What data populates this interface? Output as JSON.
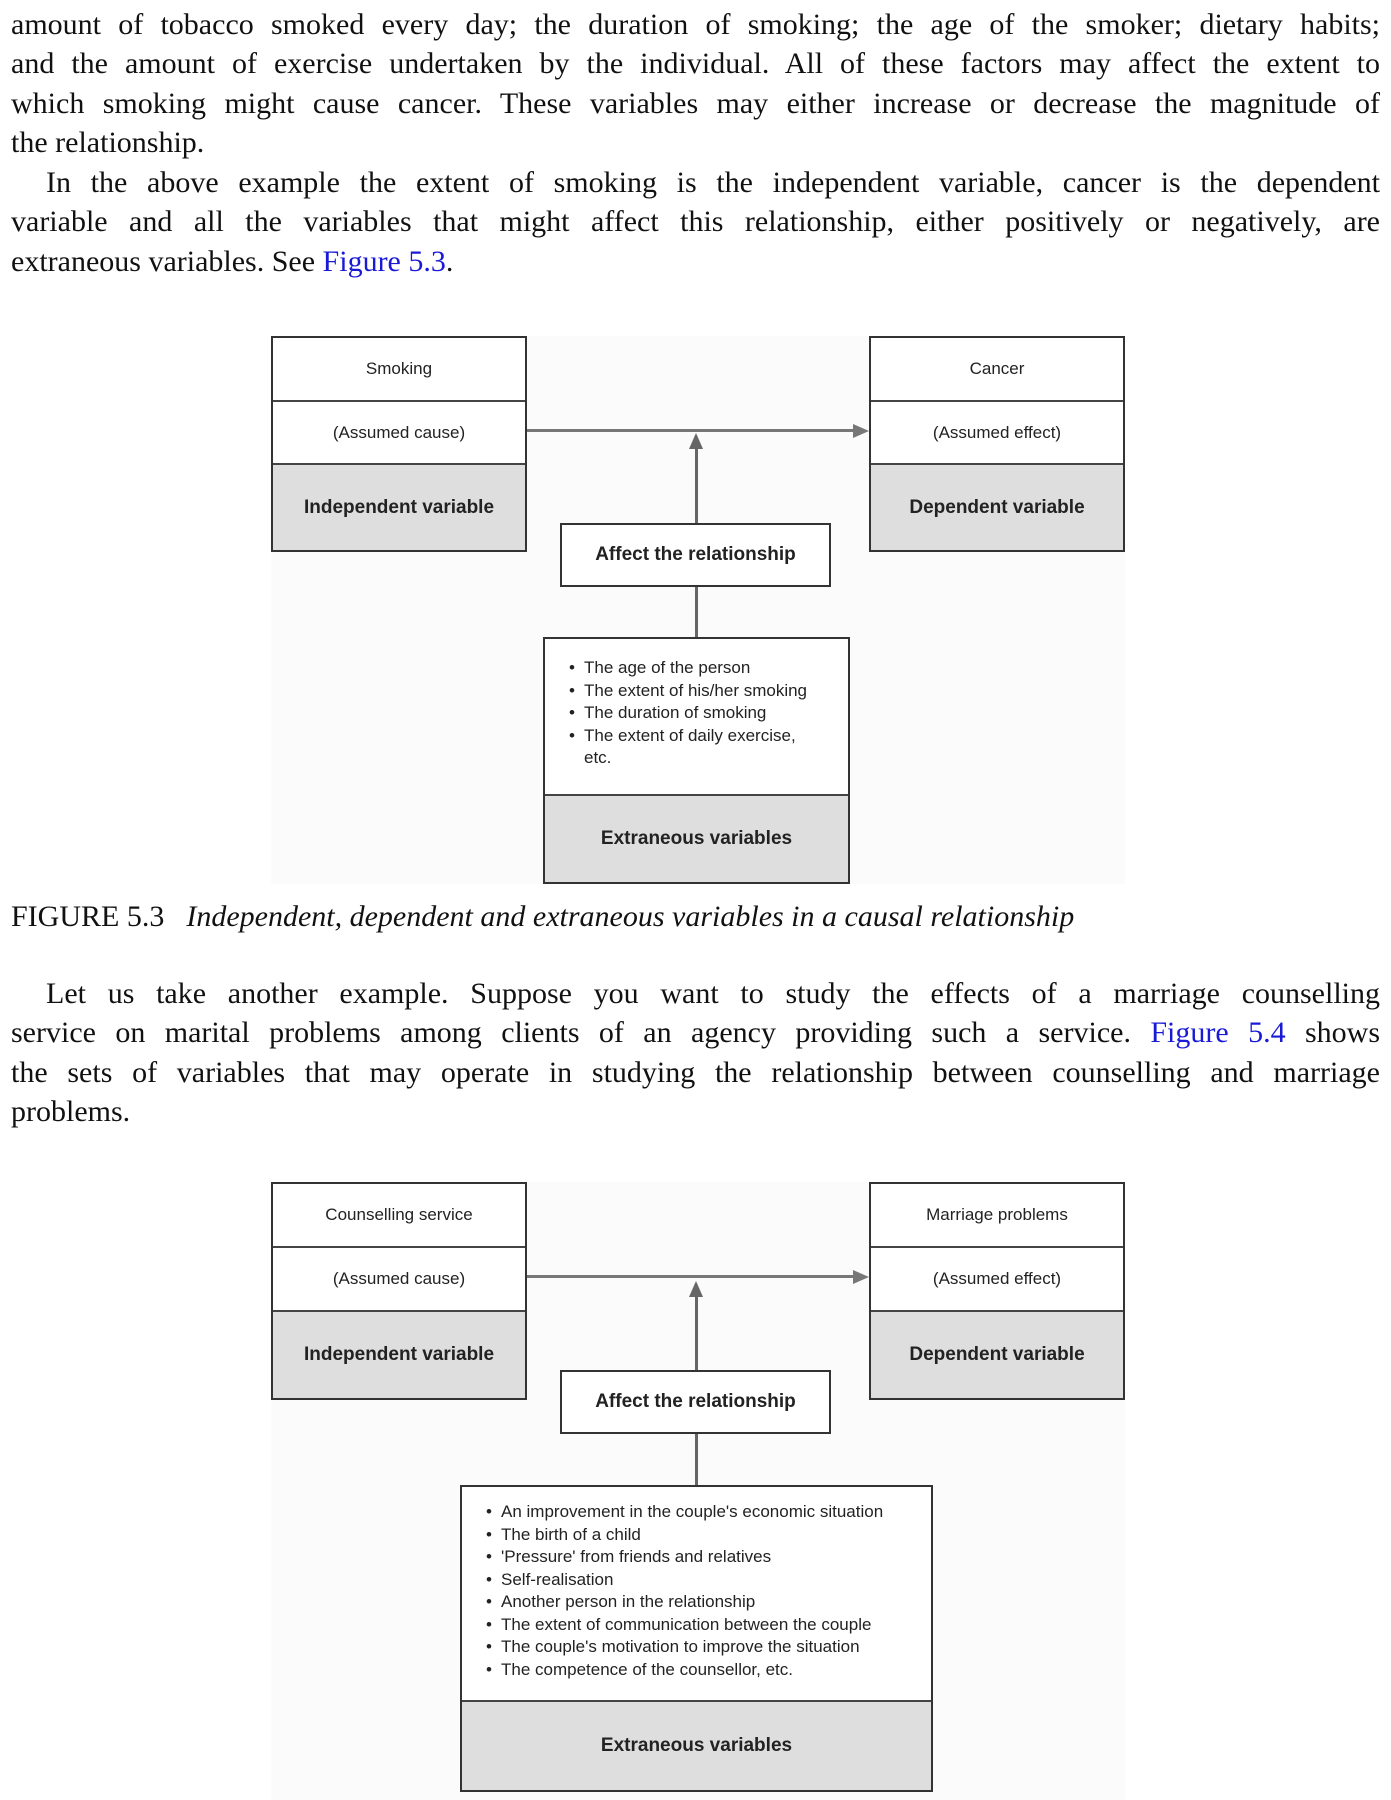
{
  "paragraph1": [
    [
      {
        "text": "amount of tobacco smoked every day; the duration of smoking; the age of the smoker; dietary habits;"
      }
    ],
    [
      {
        "text": "and the amount of exercise undertaken by the individual. All of these factors may affect the extent to"
      }
    ],
    [
      {
        "text": "which smoking might cause cancer. These variables may either increase or decrease the magnitude of"
      }
    ],
    [
      {
        "text": "the relationship."
      }
    ]
  ],
  "paragraph2": [
    [
      {
        "text": "In the above example the extent of smoking is the independent variable, cancer is the dependent"
      }
    ],
    [
      {
        "text": "variable and all the variables that might affect this relationship, either positively or negatively, are"
      }
    ],
    [
      {
        "text": "extraneous variables. See "
      },
      {
        "text": "Figure 5.3",
        "link": true
      },
      {
        "text": "."
      }
    ]
  ],
  "figure1": {
    "independent": {
      "name": "Smoking",
      "role": "(Assumed cause)",
      "label": "Independent variable"
    },
    "dependent": {
      "name": "Cancer",
      "role": "(Assumed effect)",
      "label": "Dependent variable"
    },
    "affect_label": "Affect the relationship",
    "extraneous_items": [
      "The age of the person",
      "The extent of his/her smoking",
      "The duration of smoking",
      "The extent of daily exercise,"
    ],
    "extraneous_continuation": "etc.",
    "extraneous_label": "Extraneous variables",
    "caption_number": "FIGURE 5.3",
    "caption_title": "Independent, dependent and extraneous variables in a causal relationship"
  },
  "paragraph3": [
    [
      {
        "text": "Let us take another example. Suppose you want to study the effects of a marriage counselling"
      }
    ],
    [
      {
        "text": "service on marital problems among clients of an agency providing such a service. "
      },
      {
        "text": "Figure 5.4",
        "link": true
      },
      {
        "text": " shows"
      }
    ],
    [
      {
        "text": "the sets of variables that may operate in studying the relationship between counselling and marriage"
      }
    ],
    [
      {
        "text": "problems."
      }
    ]
  ],
  "figure2": {
    "independent": {
      "name": "Counselling service",
      "role": "(Assumed cause)",
      "label": "Independent variable"
    },
    "dependent": {
      "name": "Marriage problems",
      "role": "(Assumed effect)",
      "label": "Dependent variable"
    },
    "affect_label": "Affect the relationship",
    "extraneous_items": [
      "An improvement in the couple's economic situation",
      "The birth of a child",
      "'Pressure' from friends and relatives",
      "Self-realisation",
      "Another person in the relationship",
      "The extent of communication between the couple",
      "The couple's motivation to improve the situation",
      "The competence of the counsellor, etc."
    ],
    "extraneous_label": "Extraneous variables"
  },
  "colors": {
    "link": "#1a1ad6",
    "box_fill_gray": "#dedede"
  }
}
